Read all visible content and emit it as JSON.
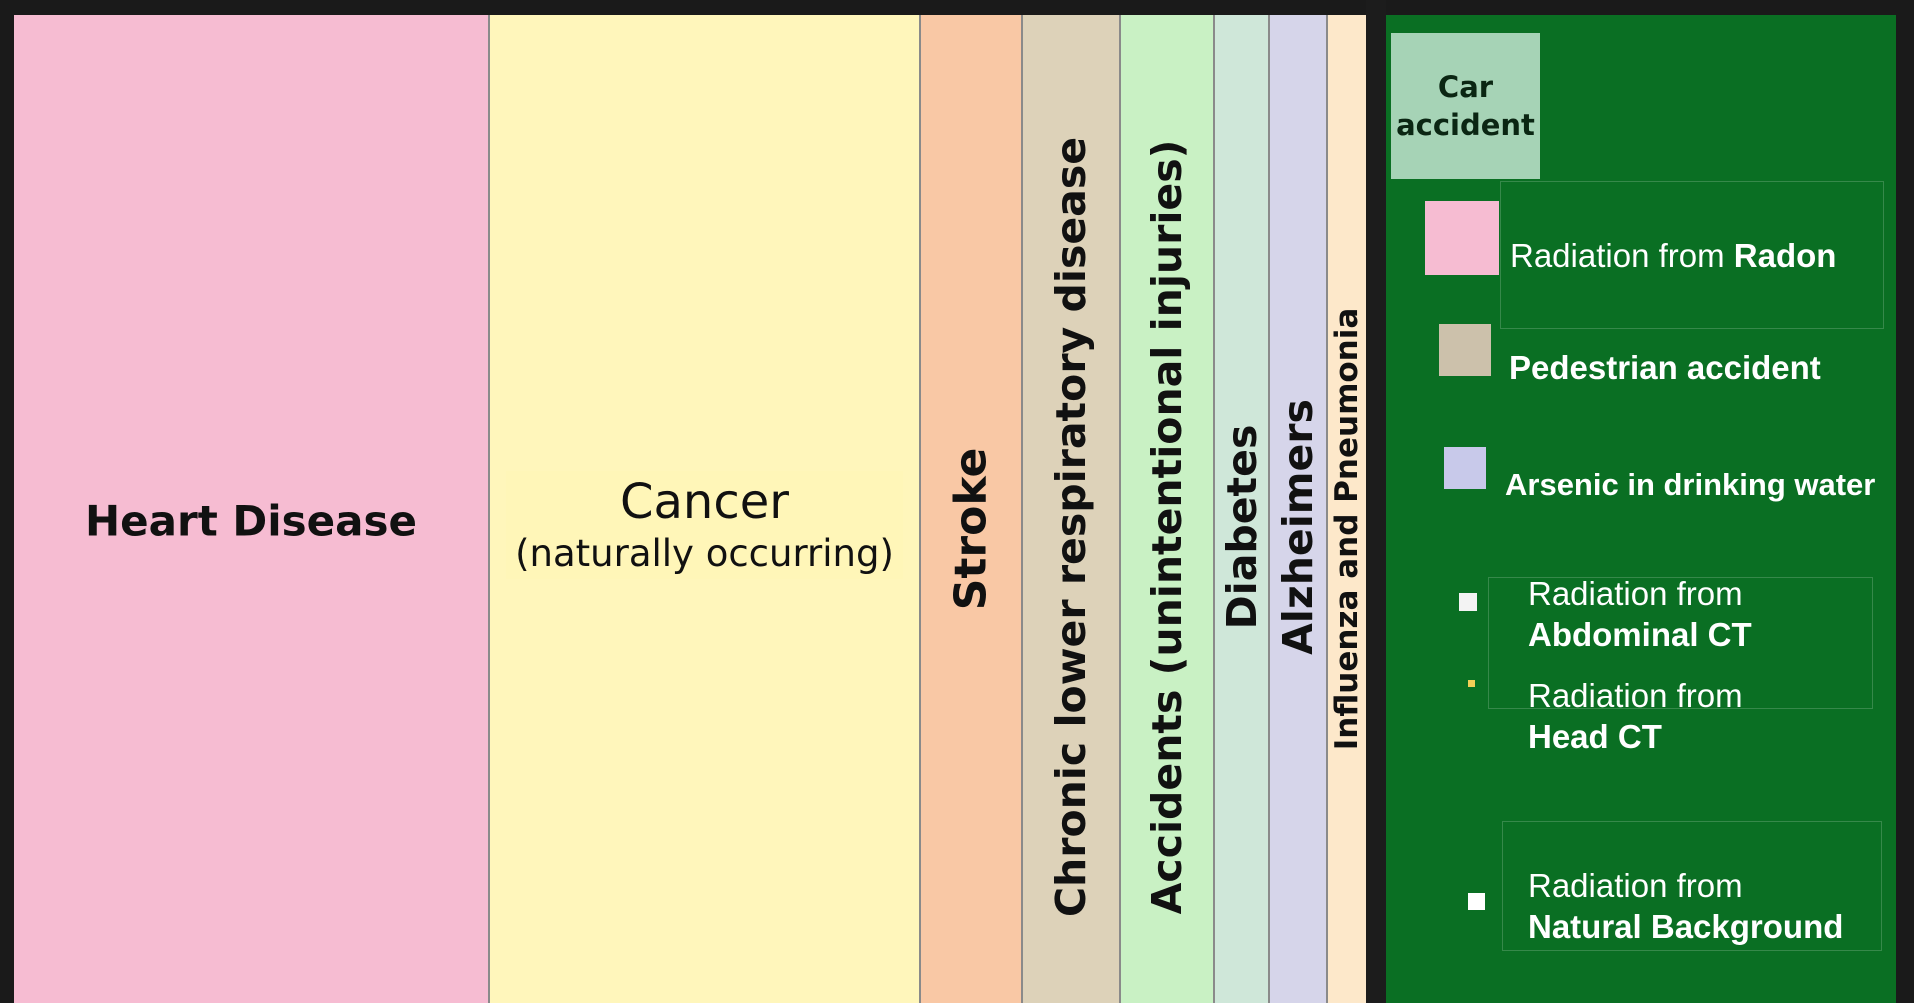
{
  "chart_data": {
    "type": "bar",
    "categories": [
      "Heart Disease",
      "Cancer",
      "Stroke",
      "Chronic lower respiratory disease",
      "Accidents (unintentional injuries)",
      "Diabetes",
      "Alzheimers",
      "Influenza and Pneumonia"
    ],
    "category_notes": {
      "Cancer": "(naturally occurring)"
    },
    "colors": [
      "#f6bcd2",
      "#fff6bb",
      "#f9c8a5",
      "#ddd2b9",
      "#c9f1c4",
      "#cfe7d9",
      "#d6d5ea",
      "#fde8ca"
    ],
    "legend": {
      "car_accident": {
        "label_line1": "Car",
        "label_line2": "accident",
        "color": "#a6d3b6"
      },
      "items": [
        {
          "prefix": "Radiation from ",
          "bold": "Radon",
          "color": "#f6bcd2"
        },
        {
          "prefix": "",
          "bold": "Pedestrian accident",
          "color": "#ccc1ab"
        },
        {
          "prefix": "",
          "bold": "Arsenic in drinking water",
          "color": "#c8c9ea"
        },
        {
          "prefix": "Radiation from",
          "bold": "Abdominal CT",
          "color": "#f3f3f3"
        },
        {
          "prefix": "Radiation from",
          "bold": "Head CT",
          "color": "#f3cf57"
        },
        {
          "prefix": "Radiation from",
          "bold": "Natural Background",
          "color": "#ffffff"
        }
      ]
    }
  }
}
